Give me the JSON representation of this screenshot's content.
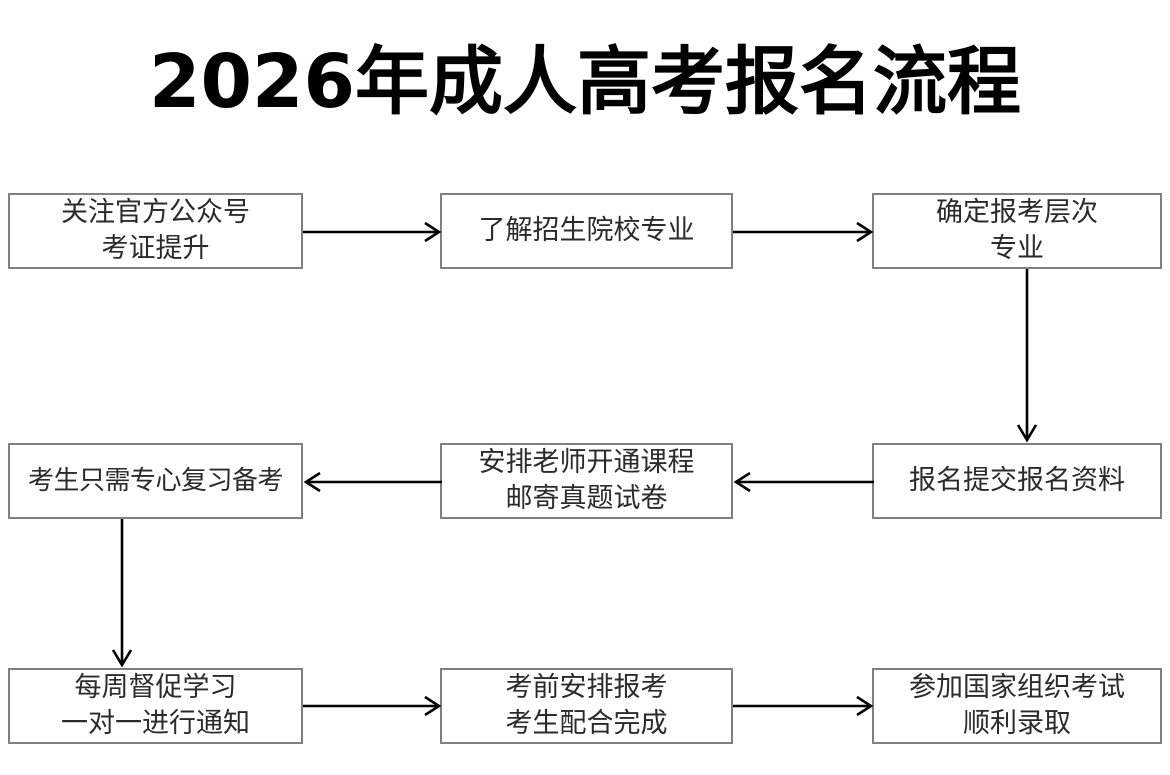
{
  "page": {
    "title": "2026年成人高考报名流程",
    "background_color": "#ffffff",
    "title_color": "#000000",
    "box_border_color": "#808080",
    "box_fill_color": "#ffffff",
    "arrow_color": "#000000",
    "text_color": "#2b2b2b"
  },
  "flowchart": {
    "type": "process-flow",
    "layout": "3x3 serpentine grid",
    "nodes": [
      {
        "id": "step-1",
        "row": 1,
        "col": 1,
        "lines": [
          "关注官方公众号",
          "考证提升"
        ]
      },
      {
        "id": "step-2",
        "row": 1,
        "col": 2,
        "lines": [
          "了解招生院校专业"
        ]
      },
      {
        "id": "step-3",
        "row": 1,
        "col": 3,
        "lines": [
          "确定报考层次",
          "专业"
        ]
      },
      {
        "id": "step-4",
        "row": 2,
        "col": 3,
        "lines": [
          "报名提交报名资料"
        ]
      },
      {
        "id": "step-5",
        "row": 2,
        "col": 2,
        "lines": [
          "安排老师开通课程",
          "邮寄真题试卷"
        ]
      },
      {
        "id": "step-6",
        "row": 2,
        "col": 1,
        "lines": [
          "考生只需专心复习备考"
        ]
      },
      {
        "id": "step-7",
        "row": 3,
        "col": 1,
        "lines": [
          "每周督促学习",
          "一对一进行通知"
        ]
      },
      {
        "id": "step-8",
        "row": 3,
        "col": 2,
        "lines": [
          "考前安排报考",
          "考生配合完成"
        ]
      },
      {
        "id": "step-9",
        "row": 3,
        "col": 3,
        "lines": [
          "参加国家组织考试",
          "顺利录取"
        ]
      }
    ],
    "edges": [
      {
        "id": "edge-1-2",
        "from": "step-1",
        "to": "step-2",
        "direction": "right"
      },
      {
        "id": "edge-2-3",
        "from": "step-2",
        "to": "step-3",
        "direction": "right"
      },
      {
        "id": "edge-3-4",
        "from": "step-3",
        "to": "step-4",
        "direction": "down"
      },
      {
        "id": "edge-4-5",
        "from": "step-4",
        "to": "step-5",
        "direction": "left"
      },
      {
        "id": "edge-5-6",
        "from": "step-5",
        "to": "step-6",
        "direction": "left"
      },
      {
        "id": "edge-6-7",
        "from": "step-6",
        "to": "step-7",
        "direction": "down"
      },
      {
        "id": "edge-7-8",
        "from": "step-7",
        "to": "step-8",
        "direction": "right"
      },
      {
        "id": "edge-8-9",
        "from": "step-8",
        "to": "step-9",
        "direction": "right"
      }
    ]
  }
}
